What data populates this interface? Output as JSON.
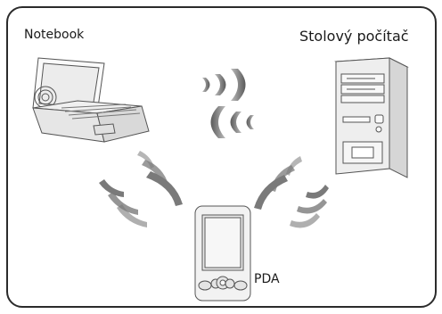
{
  "labels": {
    "notebook": "Notebook",
    "desktop": "Stolový počítač",
    "pda": "PDA"
  },
  "devices": [
    {
      "name": "Notebook",
      "icon": "laptop-icon"
    },
    {
      "name": "Stolový počítač",
      "icon": "desktop-tower-icon"
    },
    {
      "name": "PDA",
      "icon": "pda-icon"
    }
  ],
  "colors": {
    "frame": "#2b2b2b",
    "wave": "#6e6e6e",
    "device_fill": "#f2f2f2",
    "device_stroke": "#555555"
  }
}
